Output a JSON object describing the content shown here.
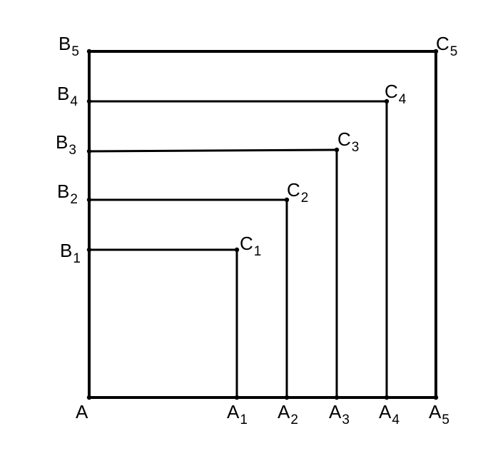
{
  "points": {
    "A": {
      "base": "A",
      "sub": ""
    },
    "A1": {
      "base": "A",
      "sub": "1"
    },
    "A2": {
      "base": "A",
      "sub": "2"
    },
    "A3": {
      "base": "A",
      "sub": "3"
    },
    "A4": {
      "base": "A",
      "sub": "4"
    },
    "A5": {
      "base": "A",
      "sub": "5"
    },
    "B1": {
      "base": "B",
      "sub": "1"
    },
    "B2": {
      "base": "B",
      "sub": "2"
    },
    "B3": {
      "base": "B",
      "sub": "3"
    },
    "B4": {
      "base": "B",
      "sub": "4"
    },
    "B5": {
      "base": "B",
      "sub": "5"
    },
    "C1": {
      "base": "C",
      "sub": "1"
    },
    "C2": {
      "base": "C",
      "sub": "2"
    },
    "C3": {
      "base": "C",
      "sub": "3"
    },
    "C4": {
      "base": "C",
      "sub": "4"
    },
    "C5": {
      "base": "C",
      "sub": "5"
    }
  },
  "segments": [
    [
      "A",
      "A5"
    ],
    [
      "A",
      "B5"
    ],
    [
      "B1",
      "C1"
    ],
    [
      "C1",
      "A1"
    ],
    [
      "B2",
      "C2"
    ],
    [
      "C2",
      "A2"
    ],
    [
      "B3",
      "C3"
    ],
    [
      "C3",
      "A3"
    ],
    [
      "B4",
      "C4"
    ],
    [
      "C4",
      "A4"
    ],
    [
      "B5",
      "C5"
    ],
    [
      "C5",
      "A5"
    ]
  ]
}
